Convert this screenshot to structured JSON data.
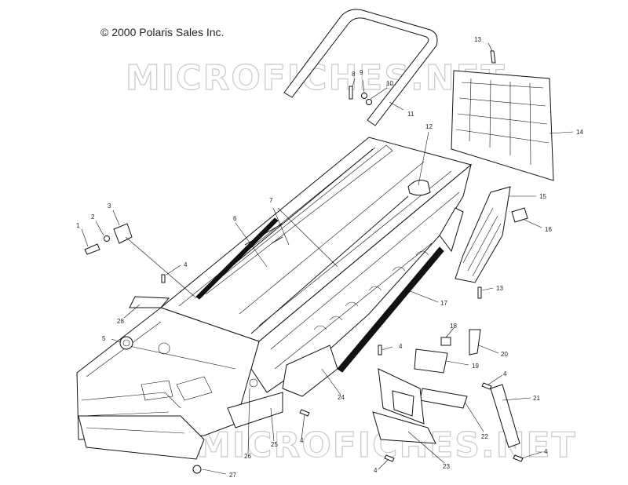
{
  "copyright": "© 2000 Polaris Sales Inc.",
  "watermark": "MICROFICHES.NET",
  "part_labels": [
    {
      "id": "1",
      "text": "1"
    },
    {
      "id": "2",
      "text": "2"
    },
    {
      "id": "3",
      "text": "3"
    },
    {
      "id": "4a",
      "text": "4"
    },
    {
      "id": "4b",
      "text": "4"
    },
    {
      "id": "4c",
      "text": "4"
    },
    {
      "id": "4d",
      "text": "4"
    },
    {
      "id": "4e",
      "text": "4"
    },
    {
      "id": "4f",
      "text": "4"
    },
    {
      "id": "5",
      "text": "5"
    },
    {
      "id": "6",
      "text": "6"
    },
    {
      "id": "7",
      "text": "7"
    },
    {
      "id": "8",
      "text": "8"
    },
    {
      "id": "9",
      "text": "9"
    },
    {
      "id": "10",
      "text": "10"
    },
    {
      "id": "11",
      "text": "11"
    },
    {
      "id": "12",
      "text": "12"
    },
    {
      "id": "13a",
      "text": "13"
    },
    {
      "id": "13b",
      "text": "13"
    },
    {
      "id": "14",
      "text": "14"
    },
    {
      "id": "15",
      "text": "15"
    },
    {
      "id": "16",
      "text": "16"
    },
    {
      "id": "17",
      "text": "17"
    },
    {
      "id": "18",
      "text": "18"
    },
    {
      "id": "19",
      "text": "19"
    },
    {
      "id": "20",
      "text": "20"
    },
    {
      "id": "21",
      "text": "21"
    },
    {
      "id": "22",
      "text": "22"
    },
    {
      "id": "23",
      "text": "23"
    },
    {
      "id": "24",
      "text": "24"
    },
    {
      "id": "25",
      "text": "25"
    },
    {
      "id": "26",
      "text": "26"
    },
    {
      "id": "27",
      "text": "27"
    },
    {
      "id": "28",
      "text": "28"
    }
  ]
}
